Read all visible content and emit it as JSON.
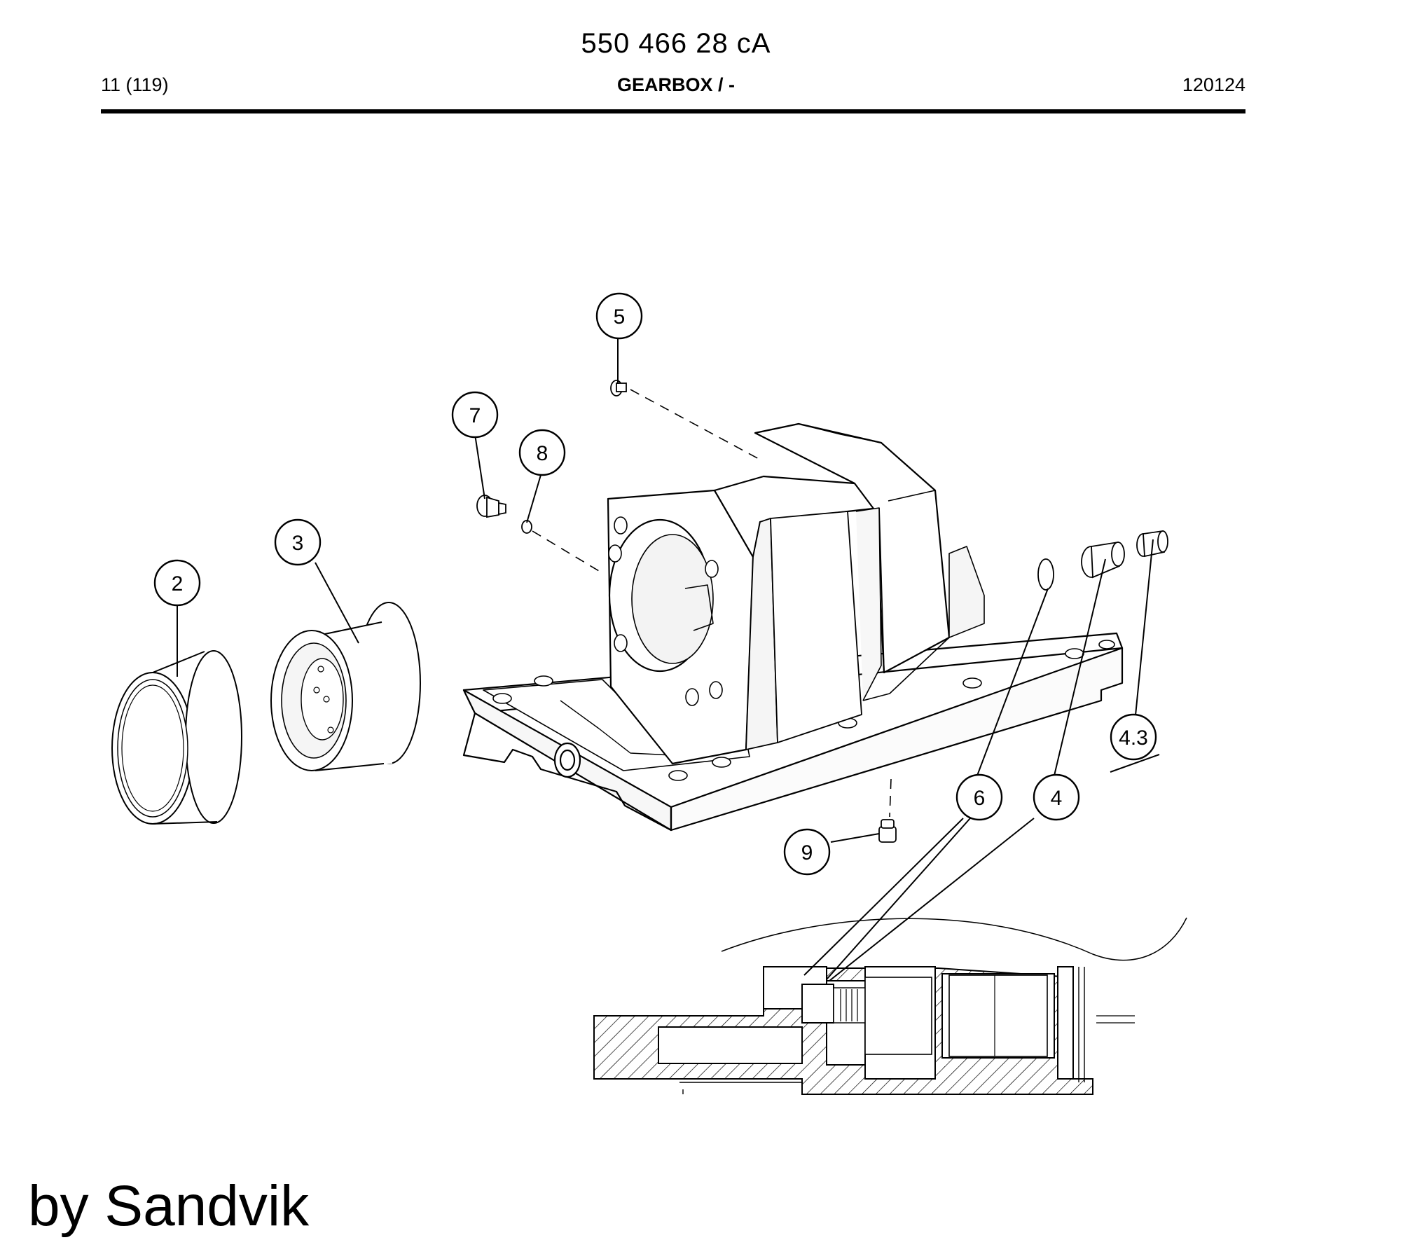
{
  "header": {
    "document_number": "550 466 28 cA",
    "page_info": "11 (119)",
    "section_title": "GEARBOX / -",
    "date_code": "120124"
  },
  "callouts": [
    {
      "id": "callout-2",
      "label": "2"
    },
    {
      "id": "callout-3",
      "label": "3"
    },
    {
      "id": "callout-4",
      "label": "4"
    },
    {
      "id": "callout-4-3",
      "label": "4.3"
    },
    {
      "id": "callout-5",
      "label": "5"
    },
    {
      "id": "callout-6",
      "label": "6"
    },
    {
      "id": "callout-7",
      "label": "7"
    },
    {
      "id": "callout-8",
      "label": "8"
    },
    {
      "id": "callout-9",
      "label": "9"
    }
  ],
  "footer": {
    "credit": "by Sandvik"
  }
}
